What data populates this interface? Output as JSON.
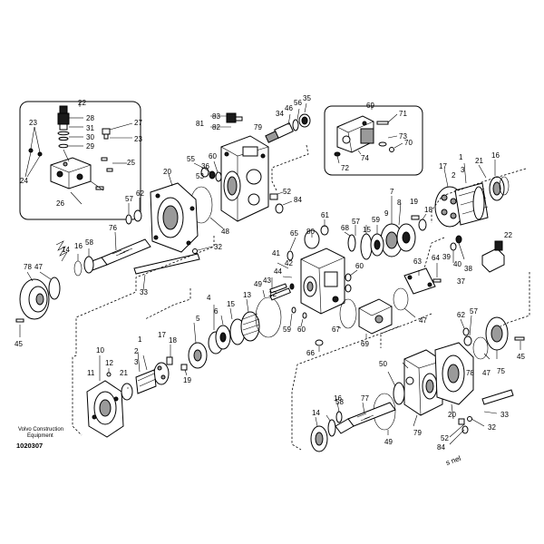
{
  "diagram": {
    "labels": {
      "22a": "22",
      "23a": "23",
      "28": "28",
      "31": "31",
      "30": "30",
      "29": "29",
      "27": "27",
      "23b": "23",
      "25": "25",
      "24": "24",
      "26": "26",
      "81": "81",
      "83": "83",
      "82": "82",
      "79a": "79",
      "34": "34",
      "46a": "46",
      "56a": "56",
      "35": "35",
      "69a": "69",
      "71": "71",
      "73": "73",
      "70": "70",
      "74": "74",
      "72": "72",
      "55": "55",
      "36": "36",
      "53": "53",
      "60a": "60",
      "20a": "20",
      "52a": "52",
      "84a": "84",
      "57a": "57",
      "62a": "62",
      "48": "48",
      "76": "76",
      "32a": "32",
      "33a": "33",
      "14a": "14",
      "16a": "16",
      "58a": "58",
      "78": "78",
      "47a": "47",
      "45a": "45",
      "1a": "1",
      "2a": "2",
      "3a": "3",
      "17a": "17",
      "21a": "21",
      "16b": "16",
      "22b": "22",
      "7": "7",
      "8": "8",
      "9": "9",
      "19a": "19",
      "18a": "18",
      "68": "68",
      "57b": "57",
      "15a": "15",
      "59a": "59",
      "61": "61",
      "80": "80",
      "65": "65",
      "41": "41",
      "42": "42",
      "44": "44",
      "43": "43",
      "60b": "60",
      "39": "39",
      "40": "40",
      "38": "38",
      "37": "37",
      "63": "63",
      "64": "64",
      "4": "4",
      "6": "6",
      "5": "5",
      "15b": "15",
      "13": "13",
      "49a": "49",
      "12a": "12",
      "59b": "59",
      "60c": "60",
      "66": "66",
      "67": "67",
      "69b": "69",
      "47b": "47",
      "10": "10",
      "11": "11",
      "12b": "12",
      "21b": "21",
      "1b": "1",
      "2b": "2",
      "3b": "3",
      "17b": "17",
      "18b": "18",
      "19b": "19",
      "62b": "62",
      "57c": "57",
      "78b": "78",
      "47c": "47",
      "75": "75",
      "45b": "45",
      "50": "50",
      "77": "77",
      "16c": "16",
      "58b": "58",
      "14b": "14",
      "49b": "49",
      "79b": "79",
      "20b": "20",
      "32b": "32",
      "33b": "33",
      "52b": "52",
      "84b": "84",
      "footer1": "Volvo Construction",
      "footer2": "Equipment",
      "docnum": "1020307",
      "signature": "s nel"
    }
  }
}
